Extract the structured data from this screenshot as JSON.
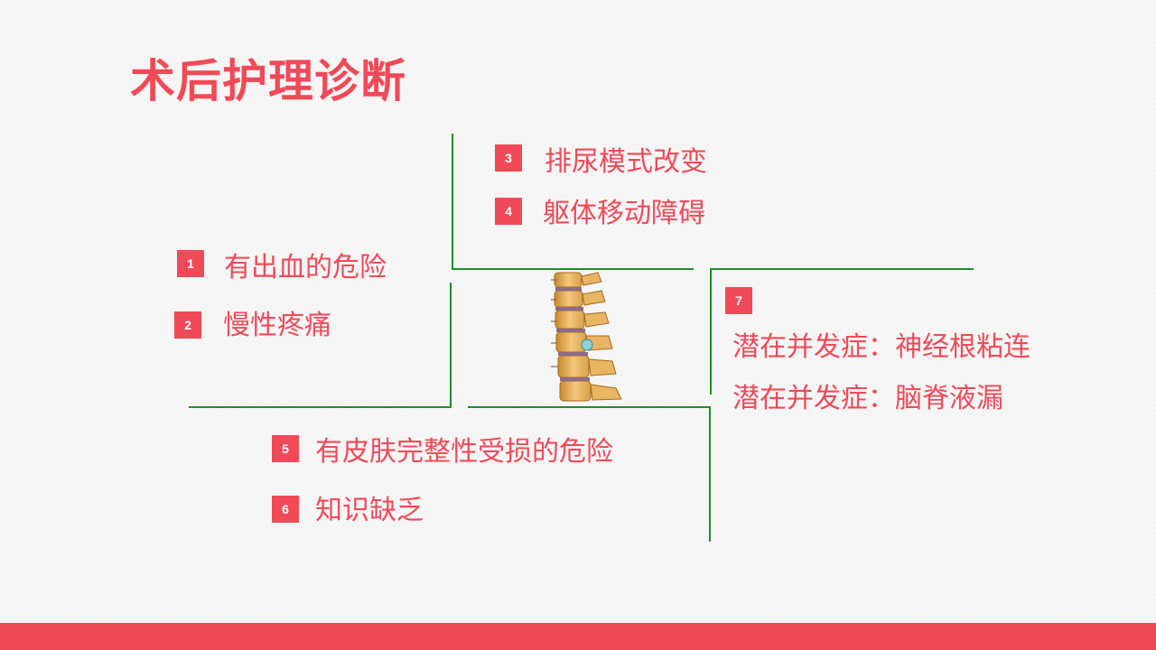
{
  "title": "术后护理诊断",
  "items": [
    {
      "num": "1",
      "text": "有出血的危险"
    },
    {
      "num": "2",
      "text": "慢性疼痛"
    },
    {
      "num": "3",
      "text": "排尿模式改变"
    },
    {
      "num": "4",
      "text": "躯体移动障碍"
    },
    {
      "num": "5",
      "text": "有皮肤完整性受损的危险"
    },
    {
      "num": "6",
      "text": "知识缺乏"
    },
    {
      "num": "7",
      "lines": [
        "潜在并发症：神经根粘连",
        "潜在并发症：脑脊液漏"
      ]
    }
  ],
  "colors": {
    "accent": "#f04a58",
    "divider": "#1f8f2a"
  }
}
